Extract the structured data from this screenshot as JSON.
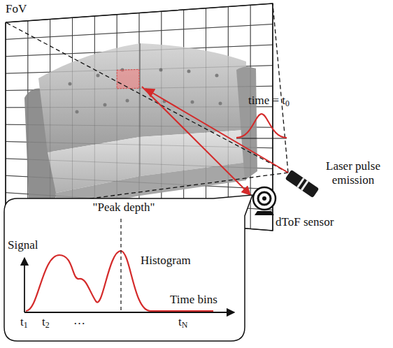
{
  "diagram": {
    "nodes": [
      {
        "text": [
          "\"Peak depth\"",
          "Signal",
          "Histogram",
          "Time bins",
          "t1",
          "t2",
          "…",
          "tN"
        ]
      },
      {
        "text": [
          "dToF sensor"
        ]
      },
      {
        "text": [
          "Laser pulse emission"
        ]
      }
    ],
    "labels": [
      "FoV",
      "time = t0"
    ]
  }
}
